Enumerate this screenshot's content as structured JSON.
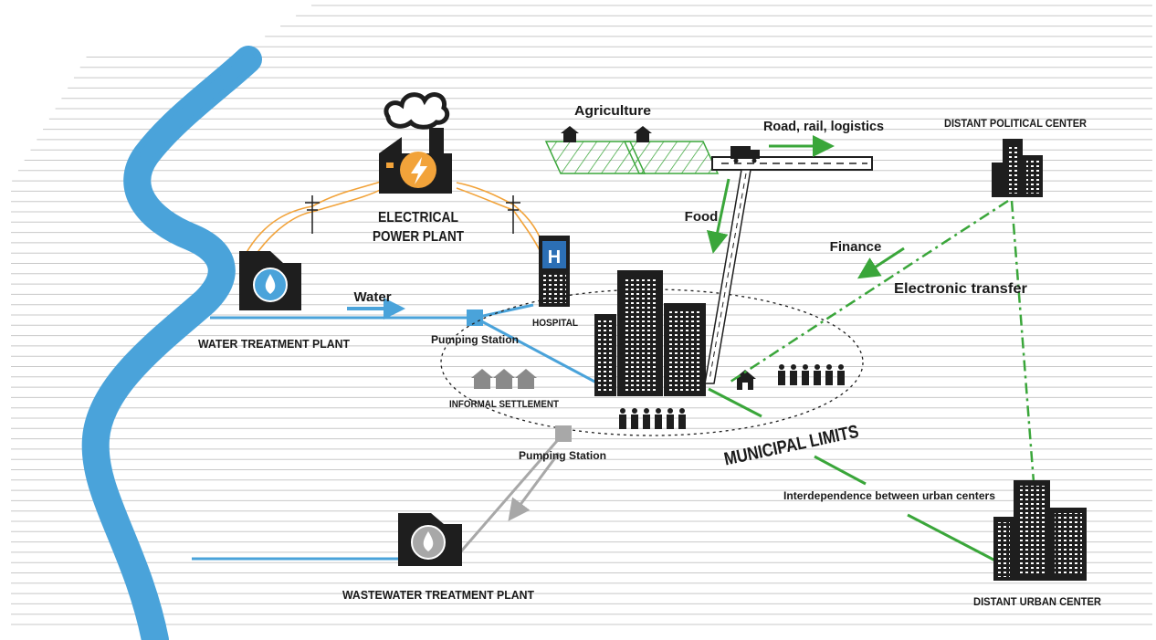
{
  "labels": {
    "electrical_power_plant_line1": "ELECTRICAL",
    "electrical_power_plant_line2": "POWER PLANT",
    "water_treatment_plant": "WATER TREATMENT PLANT",
    "water": "Water",
    "hospital": "HOSPITAL",
    "hospital_sign": "H",
    "pumping_station_upper": "Pumping Station",
    "pumping_station_lower": "Pumping Station",
    "informal_settlement": "INFORMAL SETTLEMENT",
    "agriculture": "Agriculture",
    "road_rail_logistics": "Road, rail, logistics",
    "food": "Food",
    "distant_political_center": "DISTANT POLITICAL CENTER",
    "finance": "Finance",
    "electronic_transfer": "Electronic transfer",
    "municipal_limits": "MUNICIPAL LIMITS",
    "interdependence": "Interdependence between urban centers",
    "distant_urban_center": "DISTANT URBAN CENTER",
    "wastewater_treatment_plant": "WASTEWATER TREATMENT PLANT"
  },
  "colors": {
    "river": "#4aa3da",
    "flow_green": "#3aa63a",
    "power_line": "#f2a33a",
    "wastewater": "#a8a8a8",
    "building": "#1e1e1e",
    "background_line": "#c8c8c8"
  },
  "icons": [
    "power-plant-icon",
    "lightning-icon",
    "transmission-tower-icon",
    "water-drop-icon",
    "hospital-icon",
    "house-icon",
    "person-icon",
    "truck-icon",
    "building-icon"
  ]
}
